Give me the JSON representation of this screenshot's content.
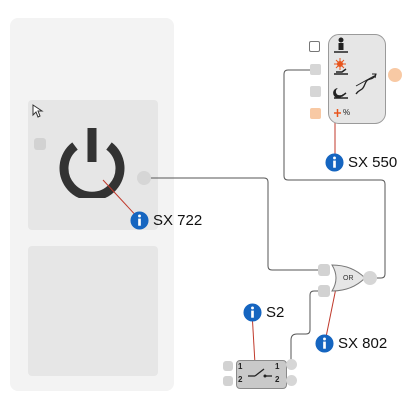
{
  "colors": {
    "panel": "#e6e6e6",
    "wire": "#555555",
    "info_blue": "#1565c0",
    "orange_port": "#f8c9a4",
    "red_pointer": "#c0392b"
  },
  "labels": {
    "sx722": "SX 722",
    "sx550": "SX 550",
    "s2": "S2",
    "sx802": "SX 802"
  },
  "gate": {
    "text": "OR"
  },
  "switch": {
    "in_top": "1",
    "in_bottom": "2",
    "out_top": "1",
    "out_bottom": "2"
  },
  "sx550_device": {
    "percent_symbol": "%"
  },
  "icons": [
    "cursor-icon",
    "power-icon",
    "info-icon",
    "person-icon",
    "sun-icon",
    "moon-icon",
    "curve-icon",
    "or-gate-icon",
    "switch-icon"
  ]
}
